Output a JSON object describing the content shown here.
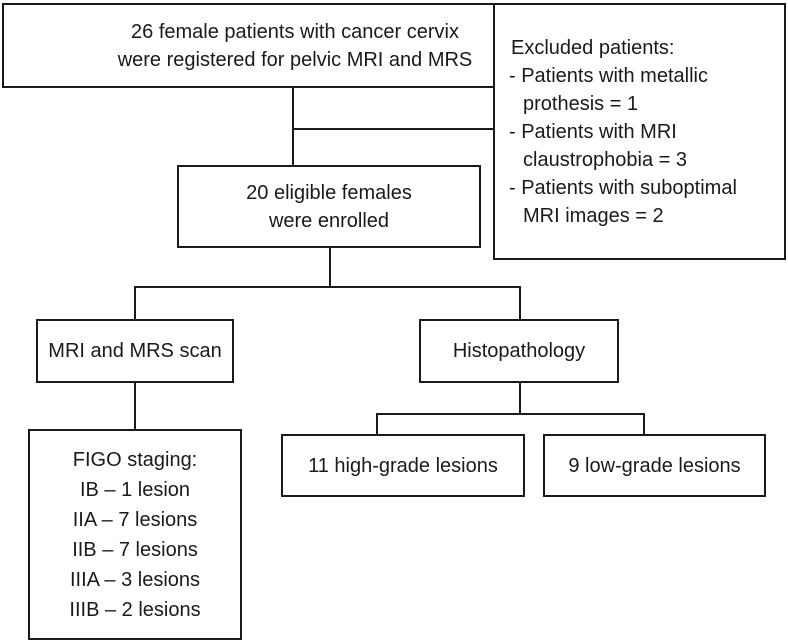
{
  "boxes": {
    "registered": [
      "26 female patients with cancer cervix",
      "were registered for pelvic MRI and MRS"
    ],
    "excluded": {
      "title": "Excluded patients:",
      "items": [
        [
          "- Patients with metallic",
          "prothesis = 1"
        ],
        [
          "- Patients with MRI",
          "claustrophobia = 3"
        ],
        [
          "- Patients with suboptimal",
          "MRI images = 2"
        ]
      ]
    },
    "enrolled": [
      "20 eligible females",
      "were enrolled"
    ],
    "scan": "MRI and MRS scan",
    "histopathology": "Histopathology",
    "figo": [
      "FIGO staging:",
      "IB – 1 lesion",
      "IIA – 7 lesions",
      "IIB – 7 lesions",
      "IIIA – 3 lesions",
      "IIIB – 2 lesions"
    ],
    "high_grade": "11 high-grade lesions",
    "low_grade": "9 low-grade lesions"
  }
}
